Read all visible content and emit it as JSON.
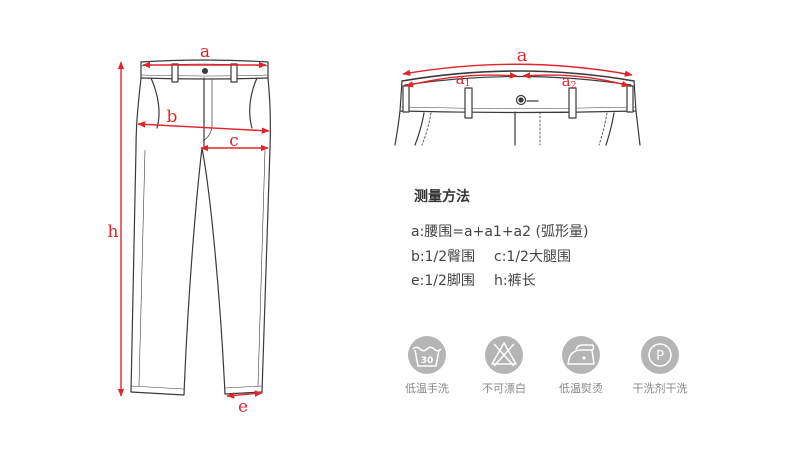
{
  "diagram": {
    "pants_labels": {
      "a": "a",
      "b": "b",
      "c": "c",
      "e": "e",
      "h": "h"
    },
    "waist_labels": {
      "a": "a",
      "a1": {
        "base": "a",
        "sub": "1"
      },
      "a2": {
        "base": "a",
        "sub": "2"
      }
    }
  },
  "method": {
    "title": "测量方法",
    "line1": "a:腰围=a+a1+a2 (弧形量)",
    "line2": {
      "left": "b:1/2臀围",
      "right": "c:1/2大腿围"
    },
    "line3": {
      "left": "e:1/2脚围",
      "right": "h:裤长"
    }
  },
  "care": [
    {
      "icon": "hand-wash-icon",
      "label": "低温手洗",
      "mark": "30"
    },
    {
      "icon": "no-bleach-icon",
      "label": "不可漂白"
    },
    {
      "icon": "iron-low-icon",
      "label": "低温熨烫"
    },
    {
      "icon": "dry-clean-icon",
      "label": "干洗剂干洗",
      "mark": "P"
    }
  ],
  "colors": {
    "measure": "#e0262b",
    "outline": "#3a3a3a",
    "icon_bg": "#b5b5b5",
    "text": "#444444",
    "caption": "#888888"
  }
}
